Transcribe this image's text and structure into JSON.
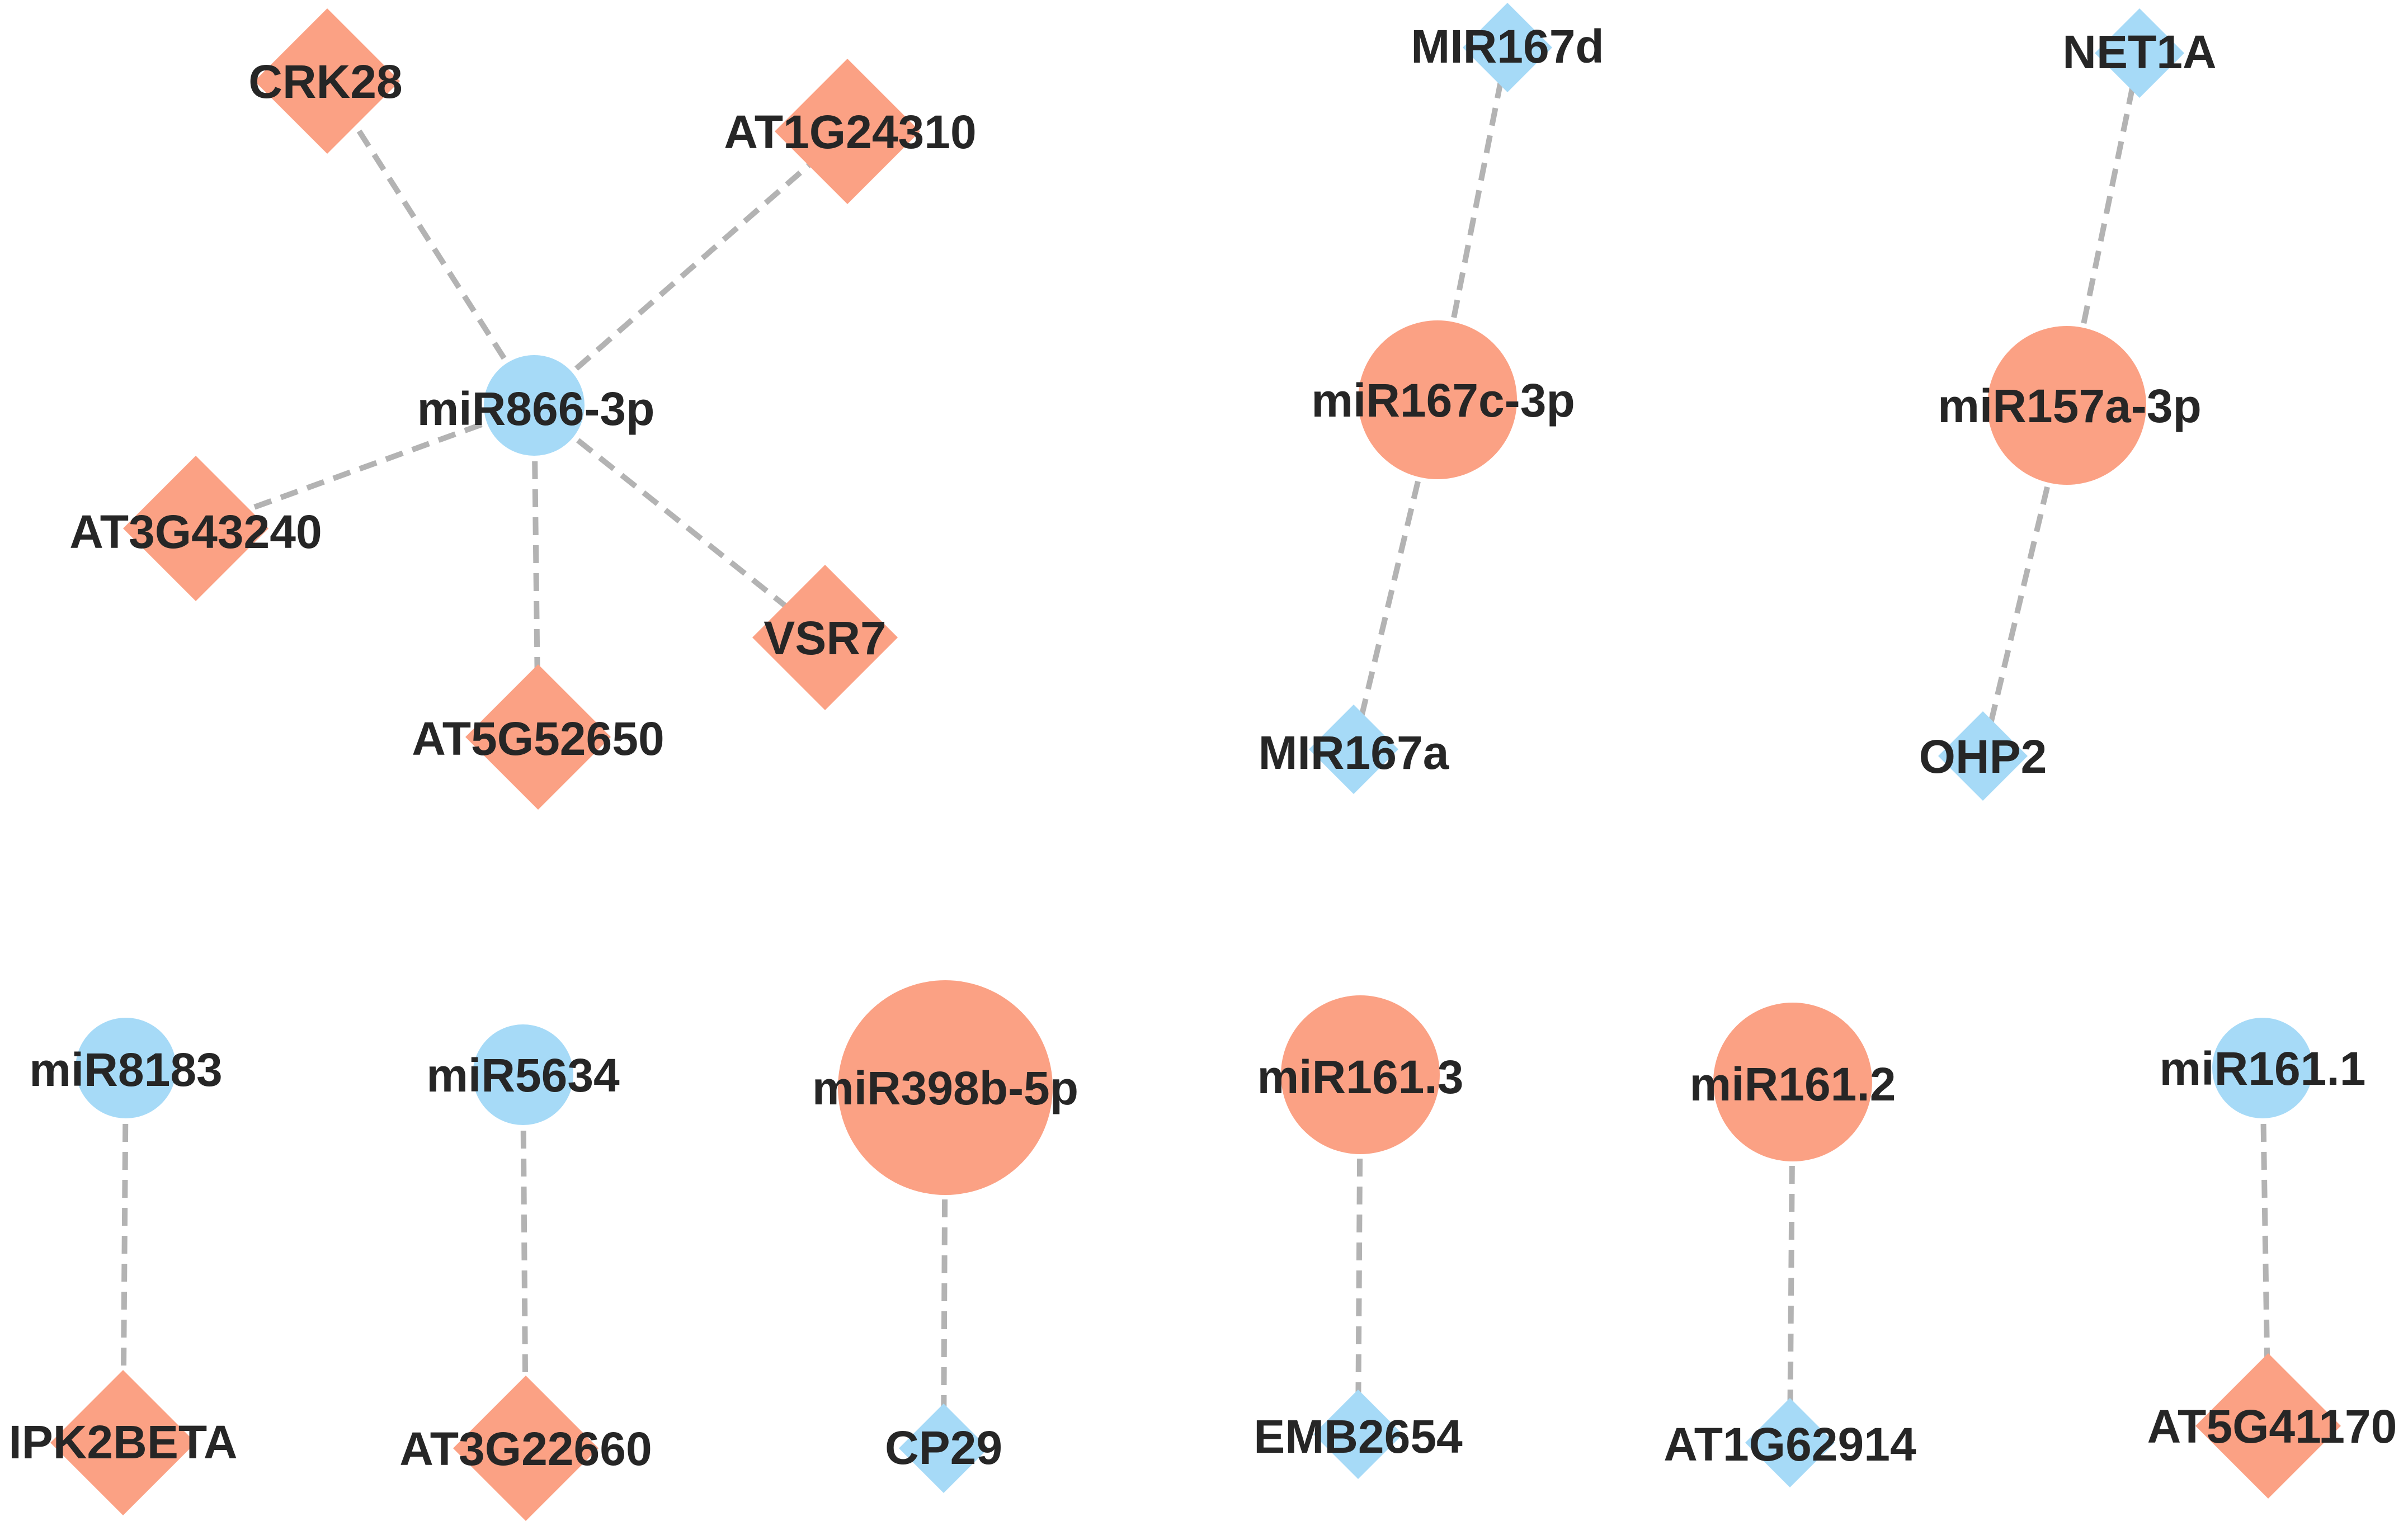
{
  "colors": {
    "orange": "#fba184",
    "blue": "#a6daf7",
    "edge": "#b3b3b3",
    "label": "#262626"
  },
  "nodes": [
    {
      "id": "miR866-3p",
      "label": "miR866-3p",
      "shape": "circle",
      "color": "blue",
      "size": "small"
    },
    {
      "id": "CRK28",
      "label": "CRK28",
      "shape": "diamond",
      "color": "orange",
      "size": "medium"
    },
    {
      "id": "AT1G24310",
      "label": "AT1G24310",
      "shape": "diamond",
      "color": "orange",
      "size": "medium"
    },
    {
      "id": "AT3G43240",
      "label": "AT3G43240",
      "shape": "diamond",
      "color": "orange",
      "size": "medium"
    },
    {
      "id": "VSR7",
      "label": "VSR7",
      "shape": "diamond",
      "color": "orange",
      "size": "medium"
    },
    {
      "id": "AT5G52650",
      "label": "AT5G52650",
      "shape": "diamond",
      "color": "orange",
      "size": "medium"
    },
    {
      "id": "miR167c-3p",
      "label": "miR167c-3p",
      "shape": "circle",
      "color": "orange",
      "size": "medium"
    },
    {
      "id": "MIR167d",
      "label": "MIR167d",
      "shape": "diamond",
      "color": "blue",
      "size": "small"
    },
    {
      "id": "MIR167a",
      "label": "MIR167a",
      "shape": "diamond",
      "color": "blue",
      "size": "small"
    },
    {
      "id": "miR157a-3p",
      "label": "miR157a-3p",
      "shape": "circle",
      "color": "orange",
      "size": "medium"
    },
    {
      "id": "NET1A",
      "label": "NET1A",
      "shape": "diamond",
      "color": "blue",
      "size": "small"
    },
    {
      "id": "OHP2",
      "label": "OHP2",
      "shape": "diamond",
      "color": "blue",
      "size": "small"
    },
    {
      "id": "miR8183",
      "label": "miR8183",
      "shape": "circle",
      "color": "blue",
      "size": "small"
    },
    {
      "id": "IPK2BETA",
      "label": "IPK2BETA",
      "shape": "diamond",
      "color": "orange",
      "size": "medium"
    },
    {
      "id": "miR5634",
      "label": "miR5634",
      "shape": "circle",
      "color": "blue",
      "size": "small"
    },
    {
      "id": "AT3G22660",
      "label": "AT3G22660",
      "shape": "diamond",
      "color": "orange",
      "size": "medium"
    },
    {
      "id": "miR398b-5p",
      "label": "miR398b-5p",
      "shape": "circle",
      "color": "orange",
      "size": "large"
    },
    {
      "id": "CP29",
      "label": "CP29",
      "shape": "diamond",
      "color": "blue",
      "size": "small"
    },
    {
      "id": "miR161.3",
      "label": "miR161.3",
      "shape": "circle",
      "color": "orange",
      "size": "medium"
    },
    {
      "id": "EMB2654",
      "label": "EMB2654",
      "shape": "diamond",
      "color": "blue",
      "size": "small"
    },
    {
      "id": "miR161.2",
      "label": "miR161.2",
      "shape": "circle",
      "color": "orange",
      "size": "medium"
    },
    {
      "id": "AT1G62914",
      "label": "AT1G62914",
      "shape": "diamond",
      "color": "blue",
      "size": "small"
    },
    {
      "id": "miR161.1",
      "label": "miR161.1",
      "shape": "circle",
      "color": "blue",
      "size": "small"
    },
    {
      "id": "AT5G41170",
      "label": "AT5G41170",
      "shape": "diamond",
      "color": "orange",
      "size": "medium"
    }
  ],
  "edges": [
    {
      "source": "miR866-3p",
      "target": "CRK28"
    },
    {
      "source": "miR866-3p",
      "target": "AT1G24310"
    },
    {
      "source": "miR866-3p",
      "target": "AT3G43240"
    },
    {
      "source": "miR866-3p",
      "target": "VSR7"
    },
    {
      "source": "miR866-3p",
      "target": "AT5G52650"
    },
    {
      "source": "miR167c-3p",
      "target": "MIR167d"
    },
    {
      "source": "miR167c-3p",
      "target": "MIR167a"
    },
    {
      "source": "miR157a-3p",
      "target": "NET1A"
    },
    {
      "source": "miR157a-3p",
      "target": "OHP2"
    },
    {
      "source": "miR8183",
      "target": "IPK2BETA"
    },
    {
      "source": "miR5634",
      "target": "AT3G22660"
    },
    {
      "source": "miR398b-5p",
      "target": "CP29"
    },
    {
      "source": "miR161.3",
      "target": "EMB2654"
    },
    {
      "source": "miR161.2",
      "target": "AT1G62914"
    },
    {
      "source": "miR161.1",
      "target": "AT5G41170"
    }
  ]
}
